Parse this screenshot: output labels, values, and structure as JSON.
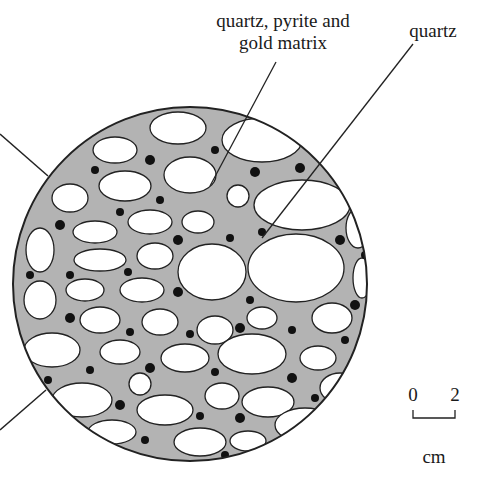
{
  "diagram": {
    "labels": [
      "quartz, pyrite and gold matrix",
      "quartz",
      "0",
      "2",
      "cm"
    ]
  }
}
